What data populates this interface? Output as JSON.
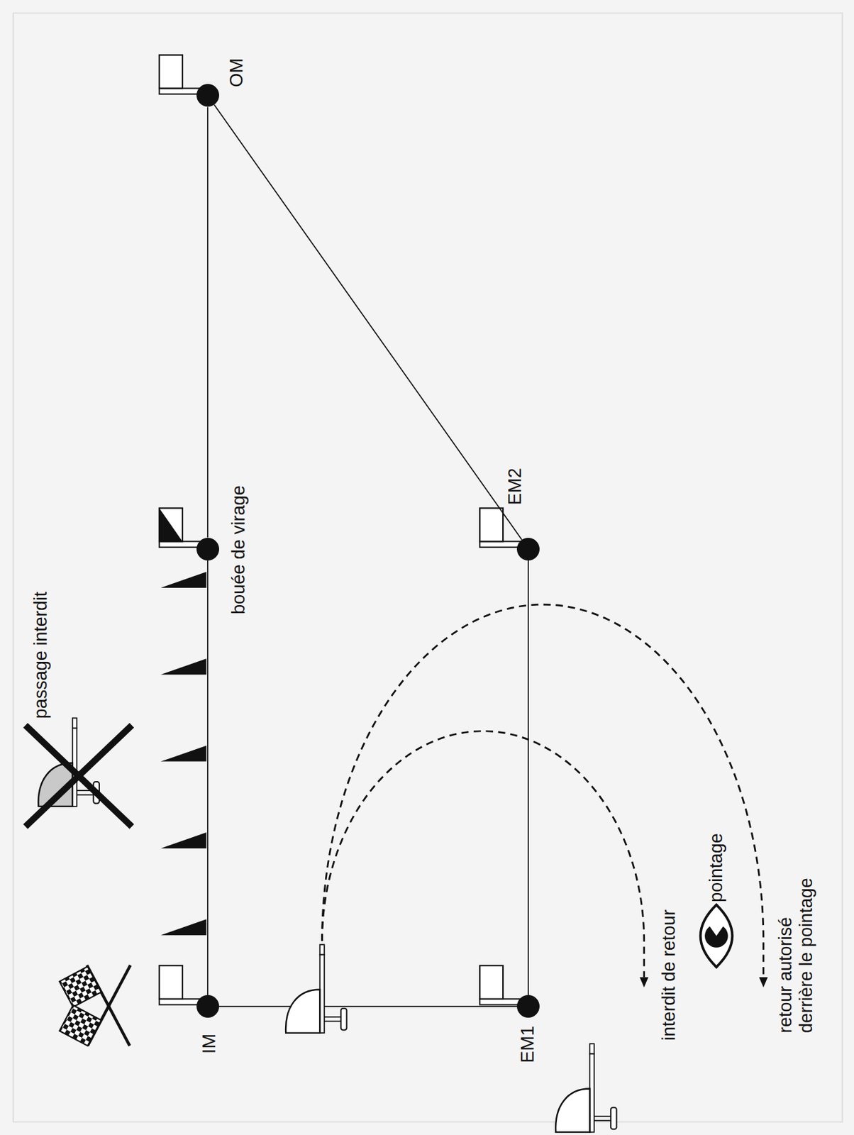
{
  "diagram": {
    "nodes": [
      {
        "text": [
          "IM"
        ]
      },
      {
        "text": [
          "EM1"
        ]
      },
      {
        "text": [
          "EM2"
        ]
      },
      {
        "text": [
          "bouée de virage"
        ]
      },
      {
        "text": [
          "OM"
        ]
      }
    ],
    "edges": [
      {
        "from": 0,
        "to": 1,
        "arrow": "none"
      },
      {
        "from": 1,
        "to": 2,
        "arrow": "none"
      },
      {
        "from": 0,
        "to": 3,
        "arrow": "none"
      },
      {
        "from": 3,
        "to": 4,
        "arrow": "none"
      },
      {
        "from": 4,
        "to": 2,
        "arrow": "none"
      }
    ],
    "labels": [
      "passage interdit",
      "interdit de retour",
      "pointage",
      "retour autorisé derrière le pointage"
    ]
  }
}
